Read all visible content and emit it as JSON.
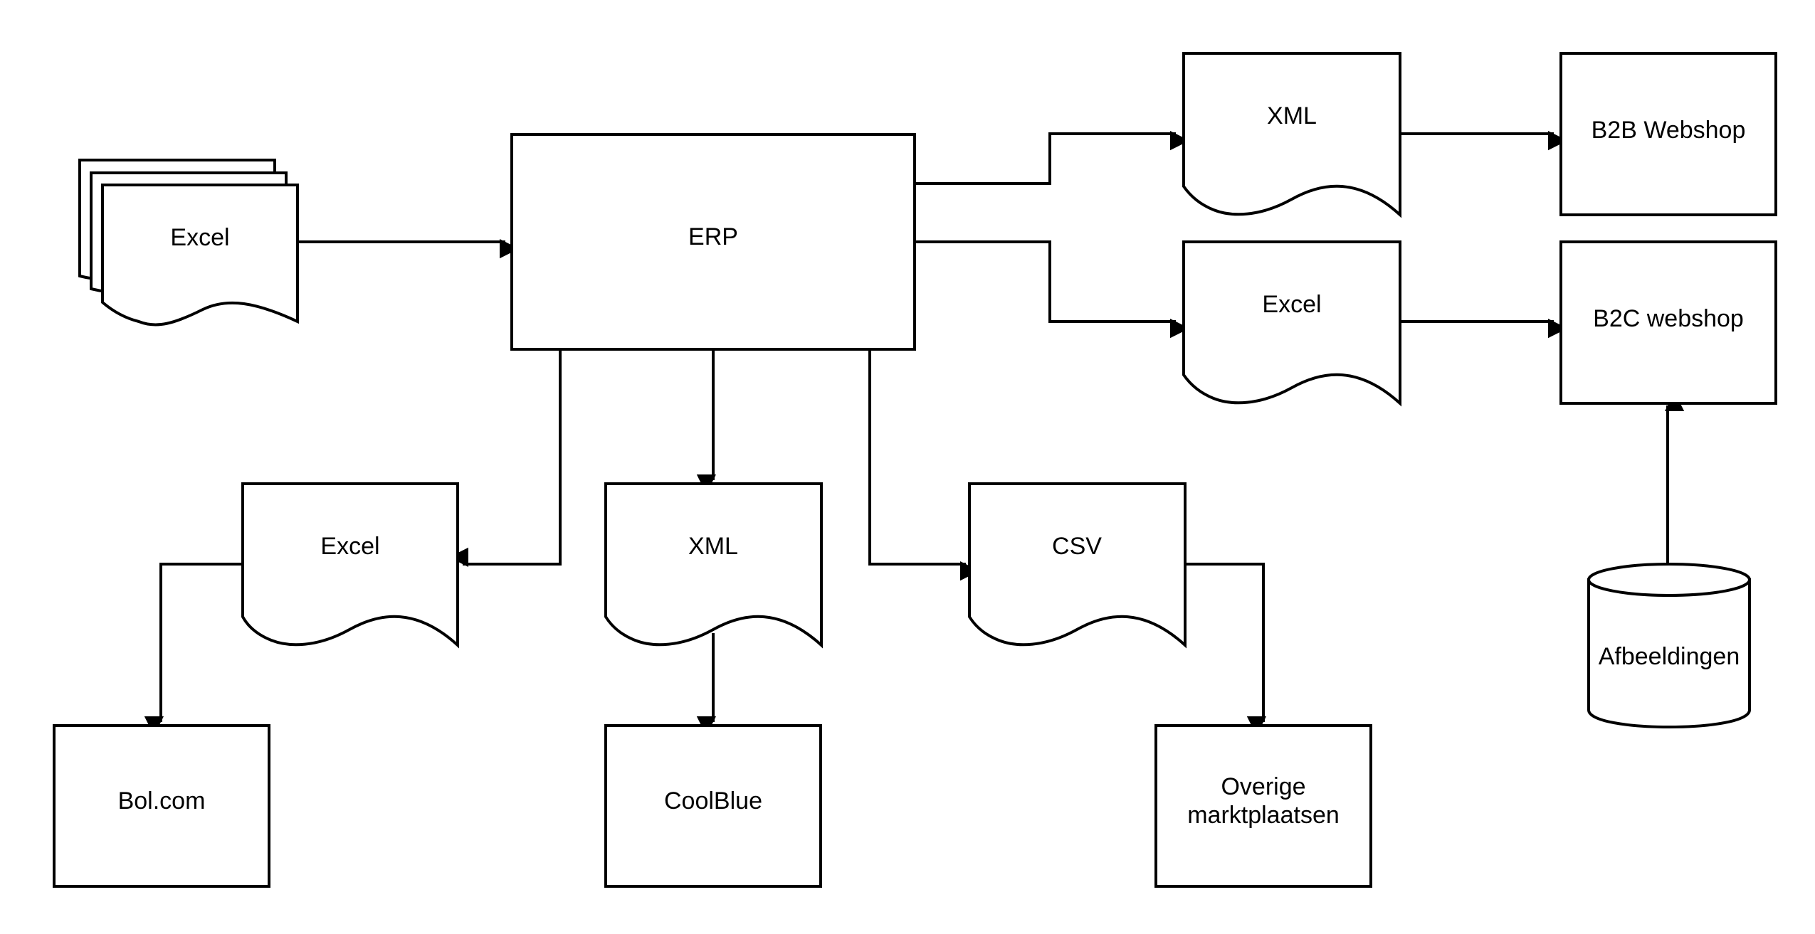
{
  "nodes": {
    "excel_input": "Excel",
    "erp": "ERP",
    "xml_b2b": "XML",
    "excel_b2c": "Excel",
    "b2b_webshop": "B2B Webshop",
    "b2c_webshop": "B2C webshop",
    "excel_bol": "Excel",
    "xml_coolblue": "XML",
    "csv_other": "CSV",
    "bol": "Bol.com",
    "coolblue": "CoolBlue",
    "overige_line1": "Overige",
    "overige_line2": "marktplaatsen",
    "afbeeldingen": "Afbeeldingen"
  },
  "colors": {
    "stroke": "#000000",
    "fill": "#ffffff"
  }
}
